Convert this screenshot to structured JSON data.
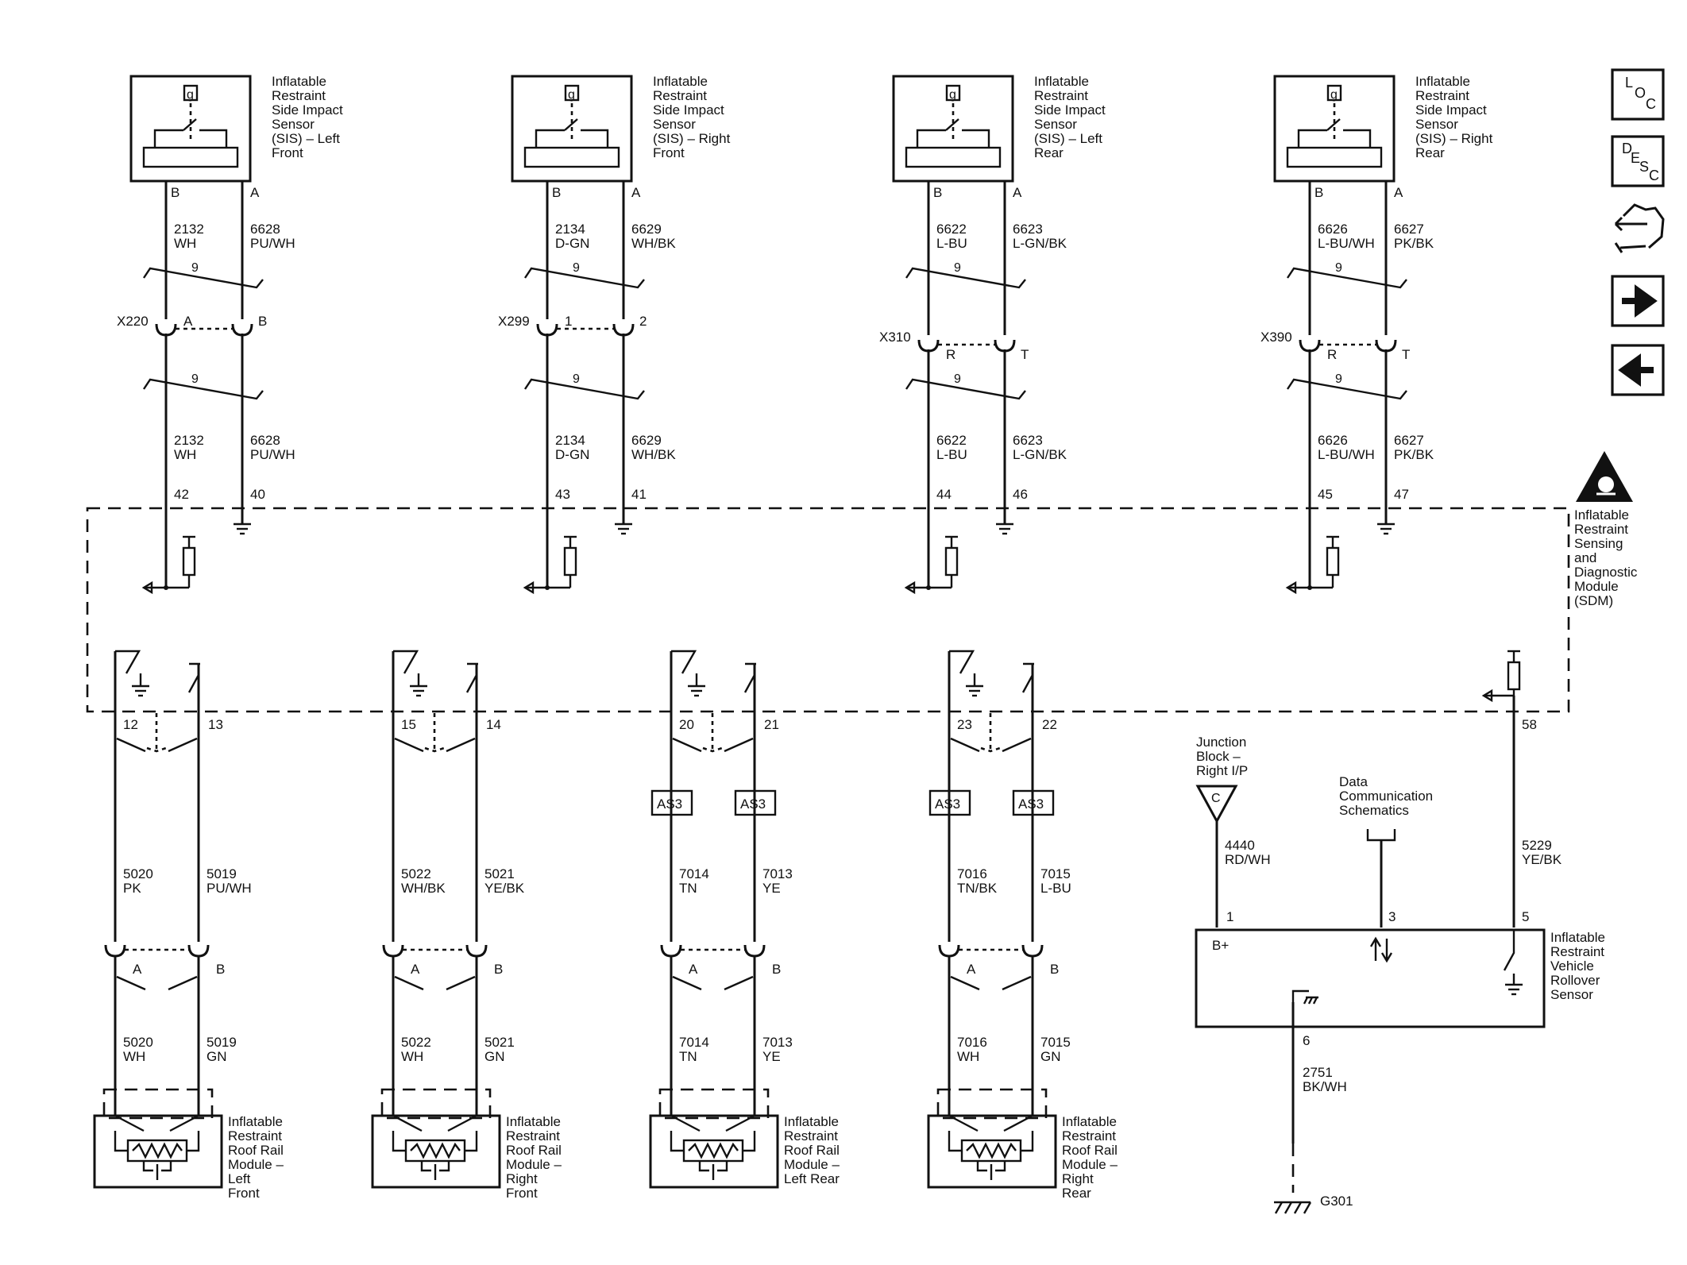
{
  "sensors": [
    {
      "label": [
        "Inflatable",
        "Restraint",
        "Side Impact",
        "Sensor",
        "(SIS) – Left",
        "Front"
      ],
      "pin_b": "B",
      "pin_a": "A",
      "cir_b": "2132",
      "col_b": "WH",
      "cir_a": "6628",
      "col_a": "PU/WH",
      "twist": "9",
      "conn": "X220",
      "conn_b": "A",
      "conn_a": "B",
      "sdm_b": "42",
      "sdm_a": "40"
    },
    {
      "label": [
        "Inflatable",
        "Restraint",
        "Side Impact",
        "Sensor",
        "(SIS) – Right",
        "Front"
      ],
      "pin_b": "B",
      "pin_a": "A",
      "cir_b": "2134",
      "col_b": "D-GN",
      "cir_a": "6629",
      "col_a": "WH/BK",
      "twist": "9",
      "conn": "X299",
      "conn_b": "1",
      "conn_a": "2",
      "sdm_b": "43",
      "sdm_a": "41"
    },
    {
      "label": [
        "Inflatable",
        "Restraint",
        "Side Impact",
        "Sensor",
        "(SIS) – Left",
        "Rear"
      ],
      "pin_b": "B",
      "pin_a": "A",
      "cir_b": "6622",
      "col_b": "L-BU",
      "cir_a": "6623",
      "col_a": "L-GN/BK",
      "twist": "9",
      "conn": "X310",
      "conn_b": "R",
      "conn_a": "T",
      "sdm_b": "44",
      "sdm_a": "46"
    },
    {
      "label": [
        "Inflatable",
        "Restraint",
        "Side Impact",
        "Sensor",
        "(SIS) – Right",
        "Rear"
      ],
      "pin_b": "B",
      "pin_a": "A",
      "cir_b": "6626",
      "col_b": "L-BU/WH",
      "cir_a": "6627",
      "col_a": "PK/BK",
      "twist": "9",
      "conn": "X390",
      "conn_b": "R",
      "conn_a": "T",
      "sdm_b": "45",
      "sdm_a": "47"
    }
  ],
  "sensor_symbol": "g",
  "sdm": {
    "label": [
      "Inflatable",
      "Restraint",
      "Sensing",
      "and",
      "Diagnostic",
      "Module",
      "(SDM)"
    ],
    "pin_rollover": "58"
  },
  "roof_rails": [
    {
      "pin_l": "12",
      "pin_r": "13",
      "inline": null,
      "cir_l": "5020",
      "col_l": "PK",
      "cir_r": "5019",
      "col_r": "PU/WH",
      "conn_l": "A",
      "conn_r": "B",
      "cir2_l": "5020",
      "col2_l": "WH",
      "cir2_r": "5019",
      "col2_r": "GN",
      "label": [
        "Inflatable",
        "Restraint",
        "Roof Rail",
        "Module –",
        "Left",
        "Front"
      ]
    },
    {
      "pin_l": "15",
      "pin_r": "14",
      "inline": null,
      "cir_l": "5022",
      "col_l": "WH/BK",
      "cir_r": "5021",
      "col_r": "YE/BK",
      "conn_l": "A",
      "conn_r": "B",
      "cir2_l": "5022",
      "col2_l": "WH",
      "cir2_r": "5021",
      "col2_r": "GN",
      "label": [
        "Inflatable",
        "Restraint",
        "Roof Rail",
        "Module –",
        "Right",
        "Front"
      ]
    },
    {
      "pin_l": "20",
      "pin_r": "21",
      "inline": "AS3",
      "cir_l": "7014",
      "col_l": "TN",
      "cir_r": "7013",
      "col_r": "YE",
      "conn_l": "A",
      "conn_r": "B",
      "cir2_l": "7014",
      "col2_l": "TN",
      "cir2_r": "7013",
      "col2_r": "YE",
      "label": [
        "Inflatable",
        "Restraint",
        "Roof Rail",
        "Module –",
        "Left Rear"
      ]
    },
    {
      "pin_l": "23",
      "pin_r": "22",
      "inline": "AS3",
      "cir_l": "7016",
      "col_l": "TN/BK",
      "cir_r": "7015",
      "col_r": "L-BU",
      "conn_l": "A",
      "conn_r": "B",
      "cir2_l": "7016",
      "col2_l": "WH",
      "cir2_r": "7015",
      "col2_r": "GN",
      "label": [
        "Inflatable",
        "Restraint",
        "Roof Rail",
        "Module –",
        "Right",
        "Rear"
      ]
    }
  ],
  "rollover": {
    "junction_label": [
      "Junction",
      "Block –",
      "Right I/P"
    ],
    "junction_letter": "C",
    "data_comm_label": [
      "Data",
      "Communication",
      "Schematics"
    ],
    "cir_b": "4440",
    "col_b": "RD/WH",
    "cir_s": "5229",
    "col_s": "YE/BK",
    "pin_b": "1",
    "pin_d": "3",
    "pin_s": "5",
    "pin_g": "6",
    "bplus": "B+",
    "label": [
      "Inflatable",
      "Restraint",
      "Vehicle",
      "Rollover",
      "Sensor"
    ],
    "cir_g": "2751",
    "col_g": "BK/WH",
    "ground": "G301"
  },
  "nav": {
    "loc": [
      "L",
      "O",
      "C"
    ],
    "desc": [
      "D",
      "E",
      "S",
      "C"
    ],
    "icons": [
      "connector-end-view-icon",
      "next-page-arrow-icon",
      "previous-page-arrow-icon",
      "airbag-warning-icon"
    ]
  }
}
